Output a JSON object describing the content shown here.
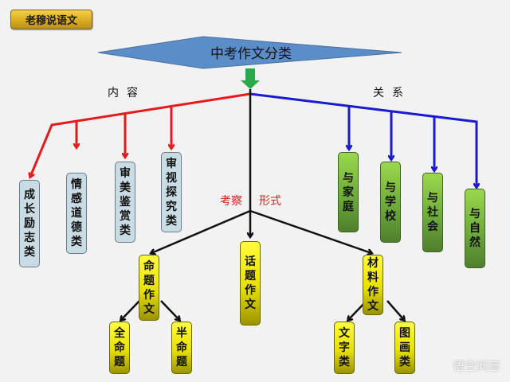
{
  "badge": "老穆说语文",
  "title": "中考作文分类",
  "branches": {
    "content": "内容",
    "relation": "关系",
    "form_left": "考察",
    "form_right": "形式"
  },
  "content_items": [
    "成长励志类",
    "情感道德类",
    "审美鉴赏类",
    "审视探究类"
  ],
  "relation_items": [
    "与家庭",
    "与学校",
    "与社会",
    "与自然"
  ],
  "form_items": [
    "命题作文",
    "话题作文",
    "材料作文"
  ],
  "proposition_sub": [
    "全命题",
    "半命题"
  ],
  "material_sub": [
    "文字类",
    "图画类"
  ],
  "watermark": "悟空问答",
  "colors": {
    "content_line": "#e31b1b",
    "relation_line": "#1a1ad0",
    "form_line": "#111111"
  }
}
